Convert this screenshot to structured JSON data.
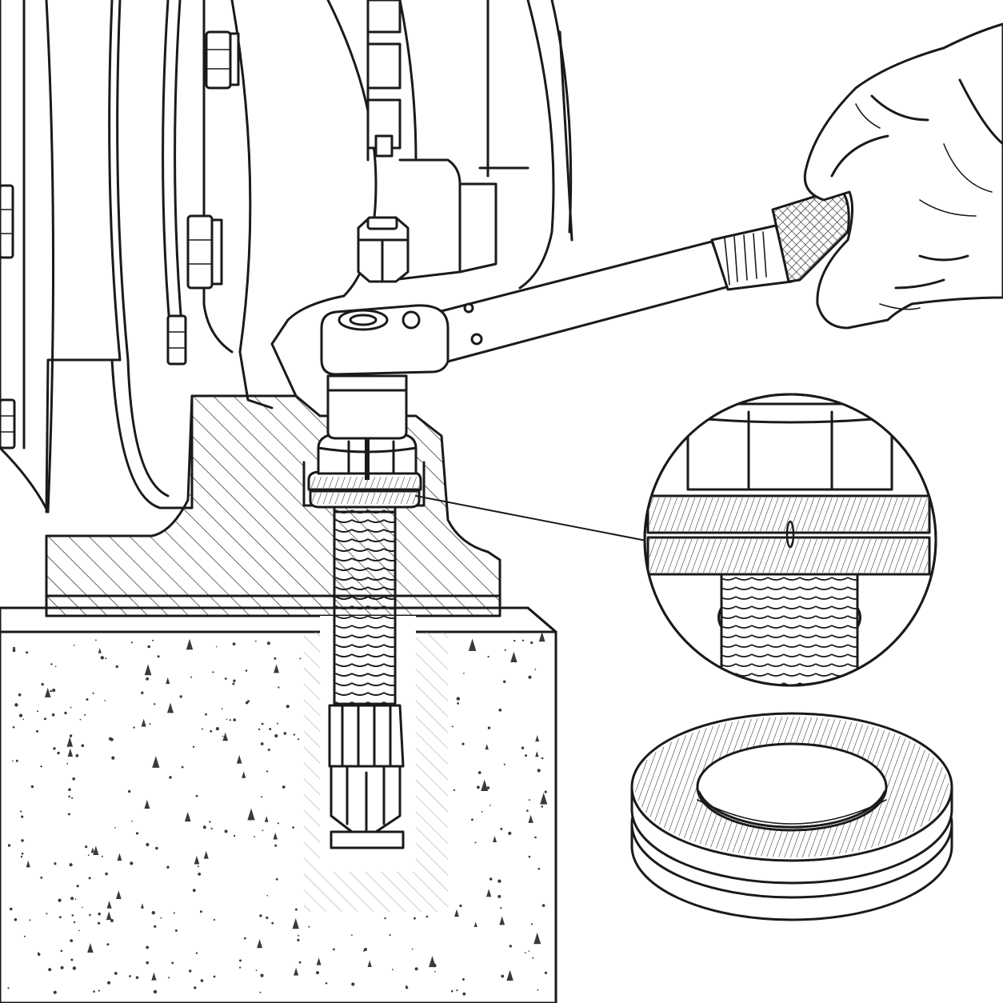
{
  "illustration": {
    "labels": [],
    "colors": {
      "line": "#1a1a1a",
      "background": "#ffffff",
      "concrete_speckle": "#3a3a3a"
    },
    "parts": [
      "pump-housing",
      "motor-flange",
      "cast-iron-foot",
      "concrete-foundation",
      "wedge-anchor-bolt",
      "hex-nut",
      "wedge-lock-washer-pair",
      "torque-wrench",
      "gloved-hand",
      "detail-magnifier",
      "washer-pair-isometric"
    ]
  }
}
